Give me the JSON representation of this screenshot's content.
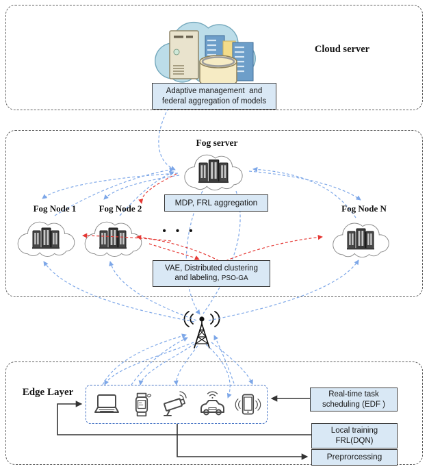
{
  "cloud_layer": {
    "label": "Cloud server",
    "box_line1": "Adaptive management  and",
    "box_line2": "federal aggregation of models"
  },
  "fog_layer": {
    "server_label": "Fog server",
    "mdp_box": "MDP, FRL aggregation",
    "vae_box_line1": "VAE, Distributed clustering",
    "vae_box_line2": "and labeling, ",
    "vae_box_line2_small": "PSO-GA",
    "nodes": [
      {
        "label": "Fog Node 1"
      },
      {
        "label": "Fog Node 2"
      },
      {
        "label": "Fog Node N"
      }
    ],
    "ellipsis": "• • •"
  },
  "edge_layer": {
    "label": "Edge Layer",
    "device_icons": [
      "laptop-icon",
      "smartwatch-icon",
      "cctv-camera-icon",
      "car-icon",
      "smartphone-icon"
    ],
    "realtime_box_line1": "Real-time task",
    "realtime_box_line2": "scheduling (EDF )",
    "local_box_line1": "Local training",
    "local_box_line2": "FRL(DQN)",
    "preprocessing_box": "Preprorcessing"
  },
  "icons": {
    "cloud_server": "cloud-with-servers-and-database",
    "fog_server": "cloud-with-server-rack",
    "fog_nodes": "cloud-with-server-rack",
    "wireless": "antenna-tower-icon"
  },
  "colors": {
    "box_fill": "#d9e8f5",
    "box_border": "#3a3a3a",
    "arrow_blue": "#7da7e8",
    "arrow_red": "#e53935",
    "arrow_black": "#333333",
    "cloud_fill": "#bcdde9",
    "cloud_stroke": "#74a8bc",
    "edge_box_border": "#4472c4"
  }
}
